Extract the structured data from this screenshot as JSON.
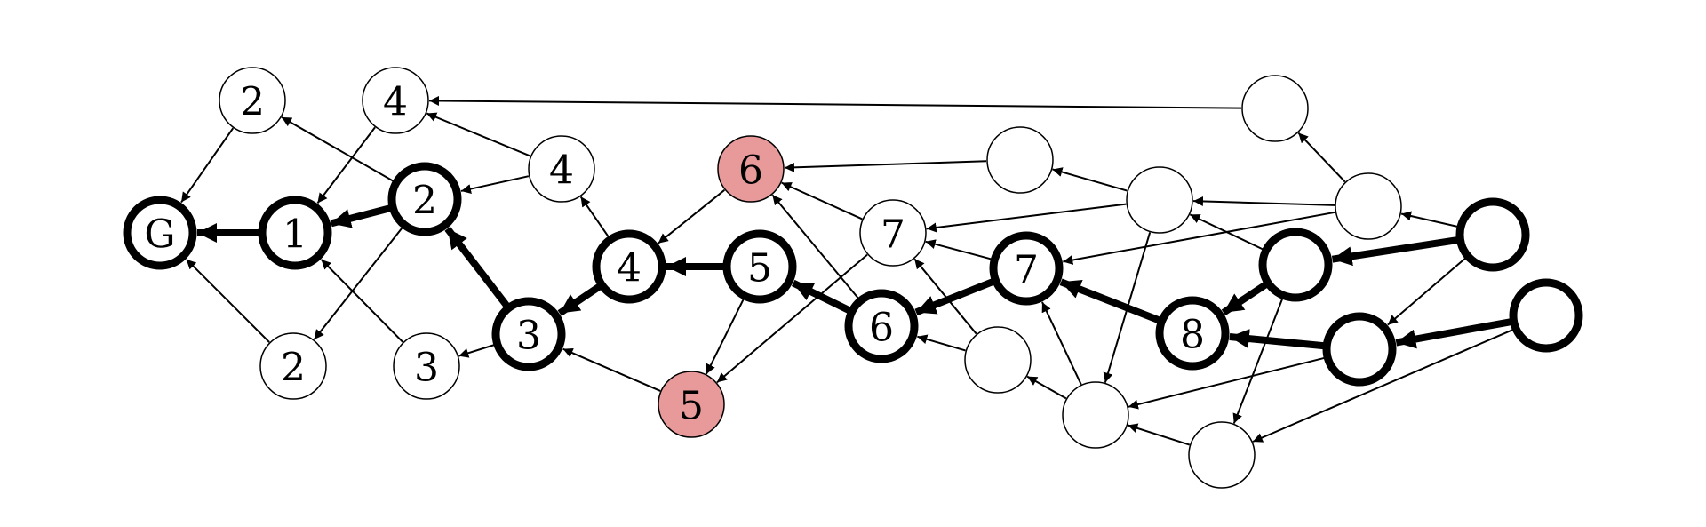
{
  "colors": {
    "highlight": "#e89a9a",
    "stroke": "#000000",
    "background": "#ffffff"
  },
  "nodes": [
    {
      "id": "G",
      "label": "G",
      "bold": true
    },
    {
      "id": "n1",
      "label": "1",
      "bold": true
    },
    {
      "id": "n2a",
      "label": "2",
      "bold": false
    },
    {
      "id": "n4a",
      "label": "4",
      "bold": false
    },
    {
      "id": "n2b",
      "label": "2",
      "bold": true
    },
    {
      "id": "n4b",
      "label": "4",
      "bold": false
    },
    {
      "id": "n2c",
      "label": "2",
      "bold": false
    },
    {
      "id": "n3a",
      "label": "3",
      "bold": false
    },
    {
      "id": "n3b",
      "label": "3",
      "bold": true
    },
    {
      "id": "n4c",
      "label": "4",
      "bold": true
    },
    {
      "id": "n6a",
      "label": "6",
      "bold": false,
      "highlight": true
    },
    {
      "id": "n5a",
      "label": "5",
      "bold": true
    },
    {
      "id": "n5b",
      "label": "5",
      "bold": false,
      "highlight": true
    },
    {
      "id": "n7a",
      "label": "7",
      "bold": false
    },
    {
      "id": "n6b",
      "label": "6",
      "bold": true
    },
    {
      "id": "n7b",
      "label": "7",
      "bold": true
    },
    {
      "id": "u1",
      "label": "",
      "bold": false
    },
    {
      "id": "u2",
      "label": "",
      "bold": false
    },
    {
      "id": "u3",
      "label": "",
      "bold": false
    },
    {
      "id": "u4",
      "label": "",
      "bold": false
    },
    {
      "id": "u5",
      "label": "",
      "bold": false
    },
    {
      "id": "u6",
      "label": "",
      "bold": false
    },
    {
      "id": "u7",
      "label": "",
      "bold": false
    },
    {
      "id": "n8",
      "label": "8",
      "bold": true
    },
    {
      "id": "b1",
      "label": "",
      "bold": true
    },
    {
      "id": "b2",
      "label": "",
      "bold": true
    },
    {
      "id": "b3",
      "label": "",
      "bold": true
    },
    {
      "id": "b4",
      "label": "",
      "bold": true
    }
  ],
  "edges": [
    {
      "from": "n1",
      "to": "G",
      "bold": true
    },
    {
      "from": "n2b",
      "to": "n1",
      "bold": true
    },
    {
      "from": "n3b",
      "to": "n2b",
      "bold": true
    },
    {
      "from": "n4c",
      "to": "n3b",
      "bold": true
    },
    {
      "from": "n5a",
      "to": "n4c",
      "bold": true
    },
    {
      "from": "n6b",
      "to": "n5a",
      "bold": true
    },
    {
      "from": "n7b",
      "to": "n6b",
      "bold": true
    },
    {
      "from": "n8",
      "to": "n7b",
      "bold": true
    },
    {
      "from": "b1",
      "to": "n8",
      "bold": true
    },
    {
      "from": "b2",
      "to": "n8",
      "bold": true
    },
    {
      "from": "b3",
      "to": "b1",
      "bold": true
    },
    {
      "from": "b4",
      "to": "b2",
      "bold": true
    },
    {
      "from": "n2a",
      "to": "G",
      "bold": false
    },
    {
      "from": "n2c",
      "to": "G",
      "bold": false
    },
    {
      "from": "n4a",
      "to": "n1",
      "bold": false
    },
    {
      "from": "n3a",
      "to": "n1",
      "bold": false
    },
    {
      "from": "n2b",
      "to": "n2a",
      "bold": false
    },
    {
      "from": "n2b",
      "to": "n2c",
      "bold": false
    },
    {
      "from": "n4b",
      "to": "n2b",
      "bold": false
    },
    {
      "from": "n4b",
      "to": "n4a",
      "bold": false
    },
    {
      "from": "u3",
      "to": "n4a",
      "bold": false
    },
    {
      "from": "n3b",
      "to": "n3a",
      "bold": false
    },
    {
      "from": "n4c",
      "to": "n4b",
      "bold": false
    },
    {
      "from": "n6a",
      "to": "n4c",
      "bold": false
    },
    {
      "from": "n5a",
      "to": "n5b",
      "bold": false
    },
    {
      "from": "n5b",
      "to": "n3b",
      "bold": false
    },
    {
      "from": "n7a",
      "to": "n5b",
      "bold": false
    },
    {
      "from": "n6b",
      "to": "n6a",
      "bold": false
    },
    {
      "from": "n7a",
      "to": "n6a",
      "bold": false
    },
    {
      "from": "u1",
      "to": "n6a",
      "bold": false
    },
    {
      "from": "u2",
      "to": "n7a",
      "bold": false
    },
    {
      "from": "n7b",
      "to": "n7a",
      "bold": false
    },
    {
      "from": "u5",
      "to": "n7a",
      "bold": false
    },
    {
      "from": "u5",
      "to": "n6b",
      "bold": false
    },
    {
      "from": "u2",
      "to": "u1",
      "bold": false
    },
    {
      "from": "u4",
      "to": "u3",
      "bold": false
    },
    {
      "from": "u4",
      "to": "u2",
      "bold": false
    },
    {
      "from": "u4",
      "to": "n7b",
      "bold": false
    },
    {
      "from": "u2",
      "to": "u6",
      "bold": false
    },
    {
      "from": "u6",
      "to": "u5",
      "bold": false
    },
    {
      "from": "u6",
      "to": "n7b",
      "bold": false
    },
    {
      "from": "b1",
      "to": "u2",
      "bold": false
    },
    {
      "from": "b1",
      "to": "u7",
      "bold": false
    },
    {
      "from": "b2",
      "to": "u6",
      "bold": false
    },
    {
      "from": "b3",
      "to": "u4",
      "bold": false
    },
    {
      "from": "b3",
      "to": "b2",
      "bold": false
    },
    {
      "from": "b4",
      "to": "u7",
      "bold": false
    },
    {
      "from": "u7",
      "to": "u6",
      "bold": false
    }
  ]
}
